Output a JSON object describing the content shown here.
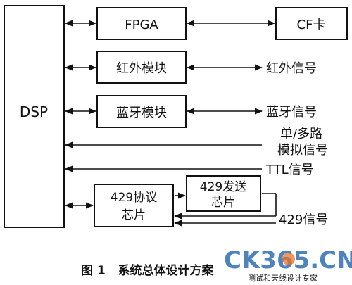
{
  "blocks": {
    "dsp": "DSP",
    "fpga": "FPGA",
    "cf_card": "CF卡",
    "ir_module": "红外模块",
    "bt_module": "蓝牙模块",
    "chip_429_protocol_line1": "429协议",
    "chip_429_protocol_line2": "芯片",
    "chip_429_send_line1": "429发送",
    "chip_429_send_line2": "芯片"
  },
  "signals": {
    "ir_signal": "红外信号",
    "bt_signal": "蓝牙信号",
    "analog_line1": "单/多路",
    "analog_line2": "模拟信号",
    "ttl_signal": "TTL信号",
    "signal_429": "429信号"
  },
  "caption": "图 1   系统总体设计方案",
  "watermark": {
    "logo": "CK365.CN",
    "tagline": "测试和天线设计专家"
  },
  "colors": {
    "ink": "#111111",
    "watermark_blue": "#2f6db3",
    "watermark_orange": "#e8742a"
  }
}
